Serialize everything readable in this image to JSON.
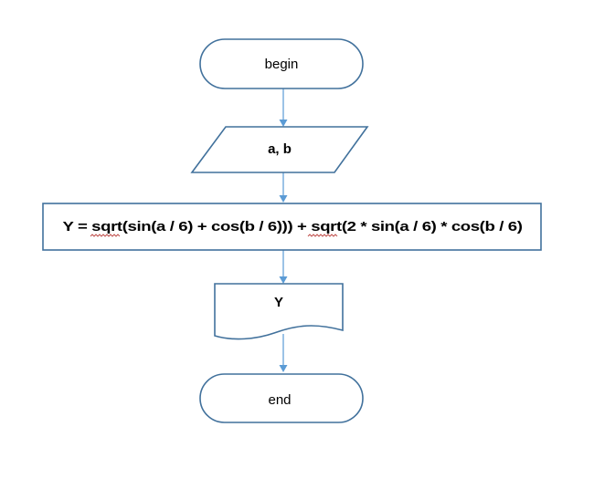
{
  "flowchart": {
    "nodes": {
      "begin": "begin",
      "input": "a, b",
      "process": "Y = sqrt(sin(a / 6) + cos(b / 6))) + sqrt(2 * sin(a / 6) * cos(b / 6)",
      "output": "Y",
      "end": "end"
    }
  },
  "colors": {
    "shape_stroke": "#41719c",
    "connector": "#5b9bd5",
    "spellcheck_underline": "#c0504d"
  }
}
